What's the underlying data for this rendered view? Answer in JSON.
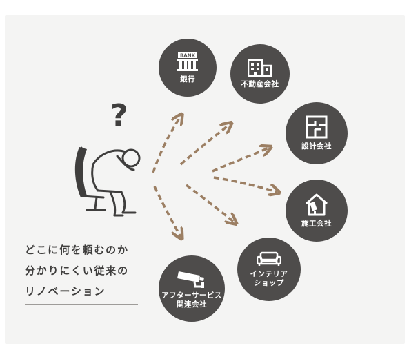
{
  "nodes": [
    {
      "id": "bank",
      "label": "銀行",
      "sign": "BANK"
    },
    {
      "id": "real-estate",
      "label": "不動産会社"
    },
    {
      "id": "design",
      "label": "設計会社"
    },
    {
      "id": "construction",
      "label": "施工会社"
    },
    {
      "id": "interior",
      "label": "インテリア\nショップ"
    },
    {
      "id": "after-service",
      "label": "アフターサービス\n関連会社"
    }
  ],
  "caption": {
    "line1": "どこに何を頼むのか",
    "line2": "分かりにくい従来の",
    "line3": "リノベーション"
  },
  "colors": {
    "circle": "#4e4c4b",
    "arrow": "#9c7f63",
    "figure": "#3f3e3d",
    "panel": "#f4f4f3"
  },
  "icons": [
    "bank-icon",
    "building-icon",
    "floorplan-icon",
    "house-roller-icon",
    "sofa-icon",
    "camera-icon",
    "question-mark-icon",
    "worried-person-icon"
  ]
}
